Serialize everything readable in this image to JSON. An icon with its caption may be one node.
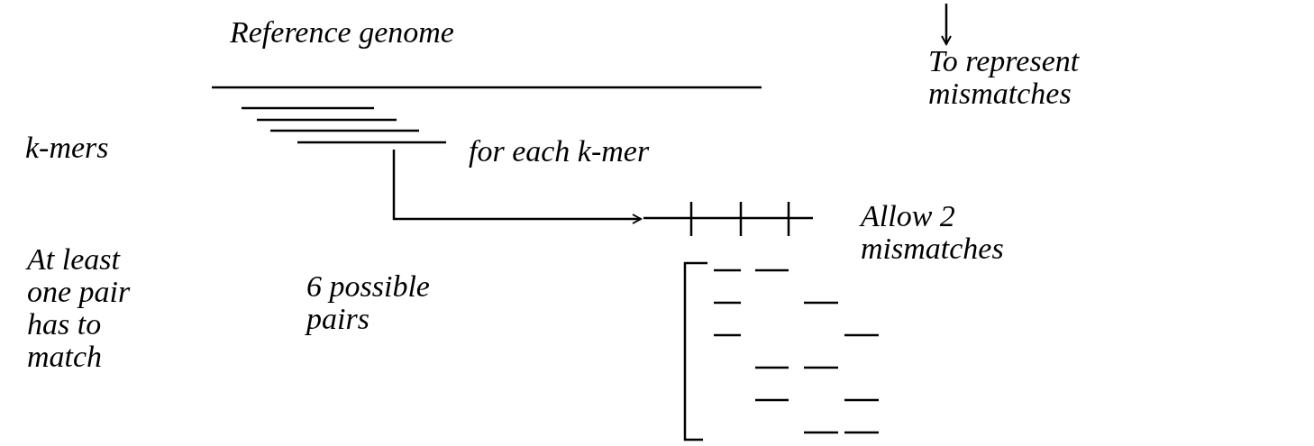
{
  "diagram": {
    "nodes": [
      {
        "text": [],
        "shape": "bar"
      },
      {
        "text": [],
        "shape": "bar"
      },
      {
        "text": [
          "To represent mismatches"
        ]
      }
    ],
    "edges": [
      {
        "from": 0,
        "to": 1,
        "arrow": "to"
      },
      {
        "from": null,
        "to": 2,
        "arrow": "to"
      }
    ],
    "labels": [
      "Reference genome",
      "k-mers",
      "for each k-mer",
      "Allow 2 mismatches",
      "At least one pair has to match",
      "6 possible pairs"
    ]
  }
}
